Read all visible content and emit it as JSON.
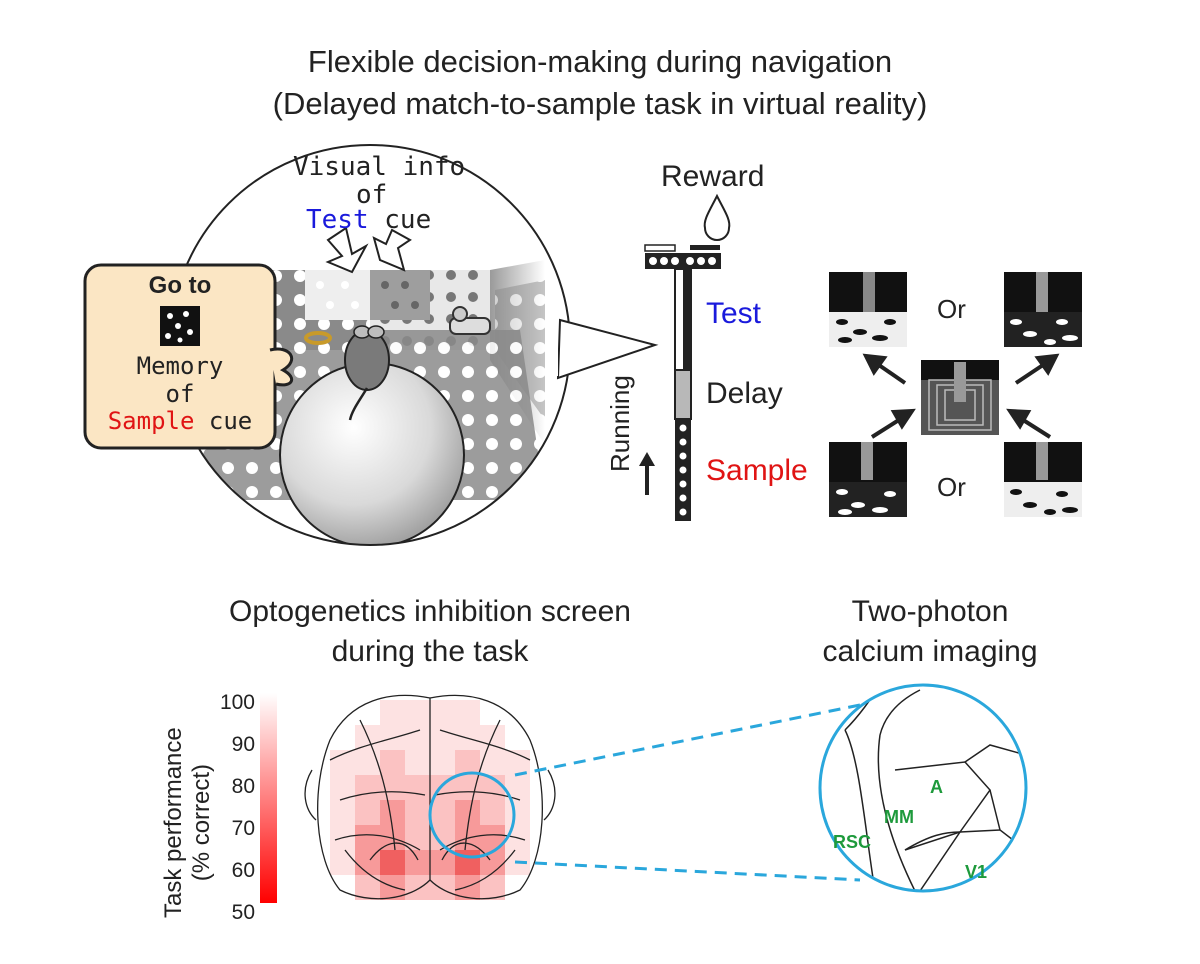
{
  "header": {
    "title_line1": "Flexible decision-making during navigation",
    "title_line2": "(Delayed match-to-sample task in virtual reality)"
  },
  "vr_scene": {
    "visual_info_line1": "Visual info",
    "visual_info_line2": "of",
    "test_word": "Test",
    "cue_word": "cue",
    "bubble_goto": "Go to",
    "bubble_memory": "Memory",
    "bubble_of": "of",
    "sample_word": "Sample",
    "bubble_cue": "cue"
  },
  "track": {
    "reward": "Reward",
    "test": "Test",
    "delay": "Delay",
    "sample": "Sample",
    "running": "Running",
    "or_top": "Or",
    "or_bottom": "Or"
  },
  "optogenetics": {
    "title_line1": "Optogenetics inhibition screen",
    "title_line2": "during the task",
    "colorbar_label_line1": "Task performance",
    "colorbar_label_line2": "(% correct)",
    "ticks": [
      "100",
      "90",
      "80",
      "70",
      "60",
      "50"
    ]
  },
  "imaging": {
    "title_line1": "Two-photon",
    "title_line2": "calcium imaging",
    "areas": [
      "A",
      "MM",
      "RSC",
      "V1"
    ]
  },
  "colors": {
    "test": "#1a1adc",
    "sample": "#e01414",
    "highlight": "#2aa7dc",
    "area_label": "#1e9a3c",
    "bubble_fill": "#fbe6c4"
  }
}
